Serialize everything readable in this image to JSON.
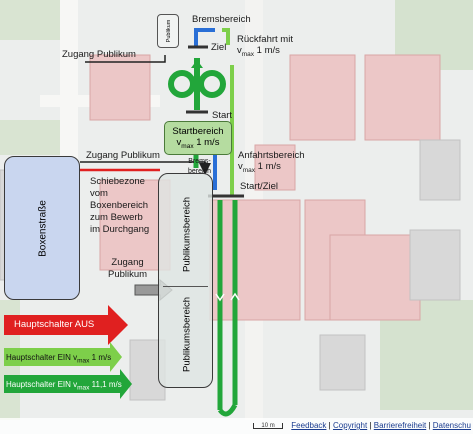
{
  "labels": {
    "zugang_publikum_top": "Zugang Publikum",
    "publikum_small": "Publikum",
    "bremsbereich_top": "Bremsbereich",
    "ziel": "Ziel",
    "rueckfahrt_line1": "Rückfahrt mit",
    "rueckfahrt_v": "v",
    "rueckfahrt_sub": "max",
    "rueckfahrt_rest": " 1 m/s",
    "start": "Start",
    "startbereich_title": "Startbereich",
    "startbereich_v": "v",
    "startbereich_sub": "max",
    "startbereich_rest": " 1 m/s",
    "zugang_publikum_mid": "Zugang Publikum",
    "brems_small_1": "Brems-",
    "brems_small_2": "bereich",
    "anfahrtsbereich_line1": "Anfahrtsbereich",
    "anfahrtsbereich_v": "v",
    "anfahrtsbereich_sub": "max",
    "anfahrtsbereich_rest": " 1 m/s",
    "start_ziel": "Start/Ziel",
    "schiebezone": [
      "Schiebezone",
      "vom",
      "Boxenbereich",
      "zum Bewerb",
      "im Durchgang"
    ],
    "boxenstrasse": "Boxenstraße",
    "zugang_publikum_low_1": "Zugang",
    "zugang_publikum_low_2": "Publikum",
    "publikumsbereich_upper": "Publikumsbereich",
    "publikumsbereich_lower": "Publikumsbereich",
    "hauptschalter_aus": "Hauptschalter  AUS",
    "hauptschalter_ein_1_pre": "Hauptschalter EIN v",
    "hauptschalter_ein_1_sub": "max",
    "hauptschalter_ein_1_rest": " 1 m/s",
    "hauptschalter_ein_2_pre": "Hauptschalter EIN v",
    "hauptschalter_ein_2_sub": "max",
    "hauptschalter_ein_2_rest": " 11,1 m/s"
  },
  "footer": {
    "scale": "10 m",
    "feedback": "Feedback",
    "copyright": "Copyright",
    "barrierefreiheit": "Barrierefreiheit",
    "datenschutz": "Datenschu"
  },
  "colors": {
    "green_track": "#22a63a",
    "green_light": "#7dcf4a",
    "green_box": "#b5dca0",
    "blue_track": "#2a6fd6",
    "red_arrow": "#e02020",
    "boxen_fill": "#c9d6ef",
    "publikum_fill": "#dfe5e2",
    "building_pink": "#ecc7c7"
  }
}
